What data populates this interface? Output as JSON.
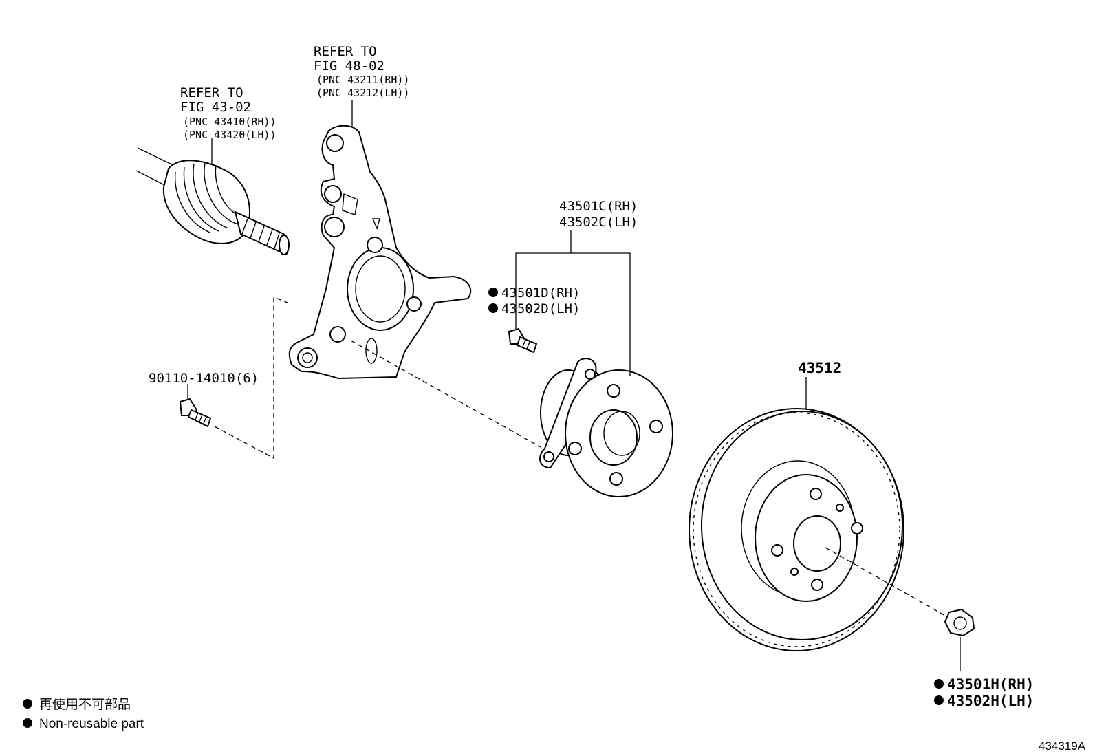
{
  "callouts": {
    "driveshaft": {
      "line1": "REFER TO",
      "line2": "FIG 43-02",
      "line3": "(PNC 43410(RH))",
      "line4": "(PNC 43420(LH))"
    },
    "knuckle": {
      "line1": "REFER TO",
      "line2": "FIG 48-02",
      "line3": "(PNC 43211(RH))",
      "line4": "(PNC 43212(LH))"
    },
    "hub": {
      "rh": "43501C(RH)",
      "lh": "43502C(LH)"
    },
    "hub_bolt": {
      "rh": "43501D(RH)",
      "lh": "43502D(LH)"
    },
    "knuckle_bolt": {
      "label": "90110-14010(6)"
    },
    "disc": {
      "label": "43512"
    },
    "nut": {
      "rh": "43501H(RH)",
      "lh": "43502H(LH)"
    }
  },
  "legend": {
    "line1": "再使用不可部品",
    "line2": "Non-reusable part"
  },
  "figure_id": "434319A"
}
